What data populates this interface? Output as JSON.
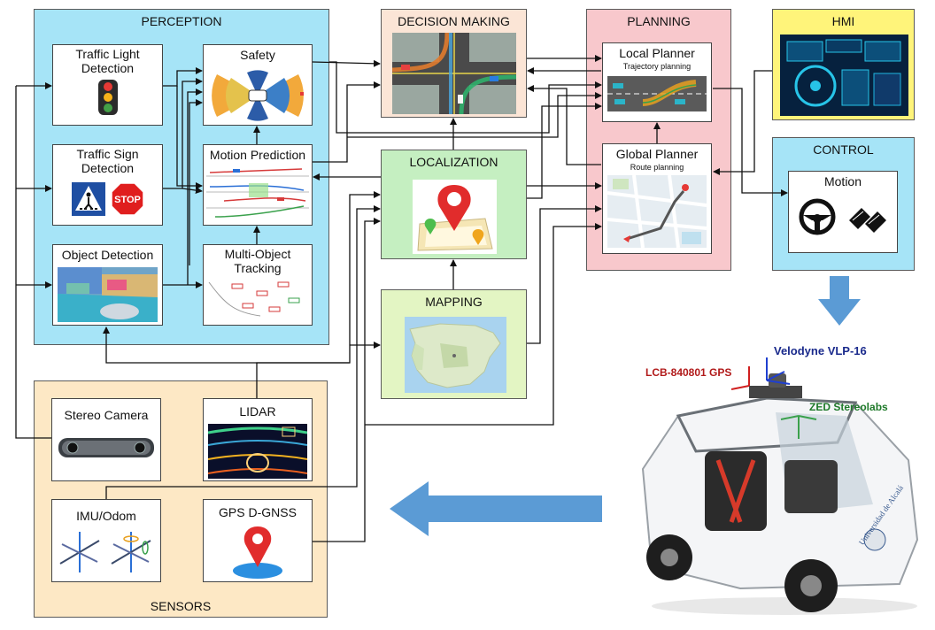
{
  "groups": {
    "perception": "PERCEPTION",
    "decision": "DECISION MAKING",
    "planning": "PLANNING",
    "hmi": "HMI",
    "control": "CONTROL",
    "localization": "LOCALIZATION",
    "mapping": "MAPPING",
    "sensors": "SENSORS"
  },
  "perception": {
    "traffic_light": "Traffic Light Detection",
    "traffic_sign": "Traffic Sign Detection",
    "object_detection": "Object Detection",
    "safety": "Safety",
    "motion_prediction": "Motion Prediction",
    "multi_object_tracking": "Multi-Object Tracking",
    "stop_sign_text": "STOP"
  },
  "planning": {
    "local_title": "Local Planner",
    "local_sub": "Trajectory planning",
    "global_title": "Global Planner",
    "global_sub": "Route planning"
  },
  "control": {
    "motion": "Motion"
  },
  "sensors": {
    "stereo_camera": "Stereo Camera",
    "lidar": "LIDAR",
    "imu": "IMU/Odom",
    "gps": "GPS D-GNSS"
  },
  "vehicle": {
    "velodyne": "Velodyne VLP-16",
    "gps_label": "LCB-840801 GPS",
    "zed": "ZED Stereolabs",
    "university": "Universidad de Alcalá"
  },
  "colors": {
    "perception_bg": "#a6e4f7",
    "decision_bg": "#fbe5d6",
    "planning_bg": "#f8c8cc",
    "hmi_bg": "#fff47a",
    "control_bg": "#a6e4f7",
    "localization_bg": "#c5efc1",
    "mapping_bg": "#e3f5c3",
    "sensors_bg": "#fde8c5",
    "arrow_blue": "#5b9bd5"
  }
}
